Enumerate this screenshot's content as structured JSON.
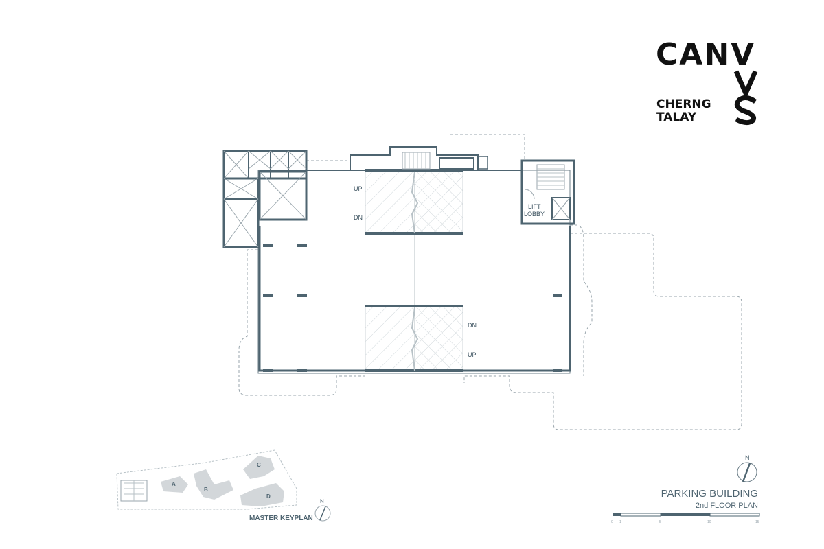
{
  "logo": {
    "brand": "CANVAS",
    "row1": "CANV",
    "sub1": "CHERNG",
    "sub2": "TALAY"
  },
  "plan": {
    "up_label": "UP",
    "dn_label": "DN",
    "lift_lobby_1": "LIFT",
    "lift_lobby_2": "LOBBY"
  },
  "title": {
    "main": "PARKING BUILDING",
    "sub": "2nd  FLOOR  PLAN"
  },
  "north_label": "N",
  "scale": {
    "ticks": [
      "0",
      "1",
      "5",
      "10",
      "15"
    ]
  },
  "keyplan": {
    "label": "MASTER KEYPLAN",
    "buildings": [
      "A",
      "B",
      "C",
      "D"
    ],
    "north_label": "N"
  },
  "colors": {
    "wall": "#4e6470",
    "hatch": "#c9d1d6",
    "dashed": "#9aa6ad",
    "text": "#4e6470",
    "logo": "#111111",
    "keyplan_fill": "#d3d7da"
  }
}
